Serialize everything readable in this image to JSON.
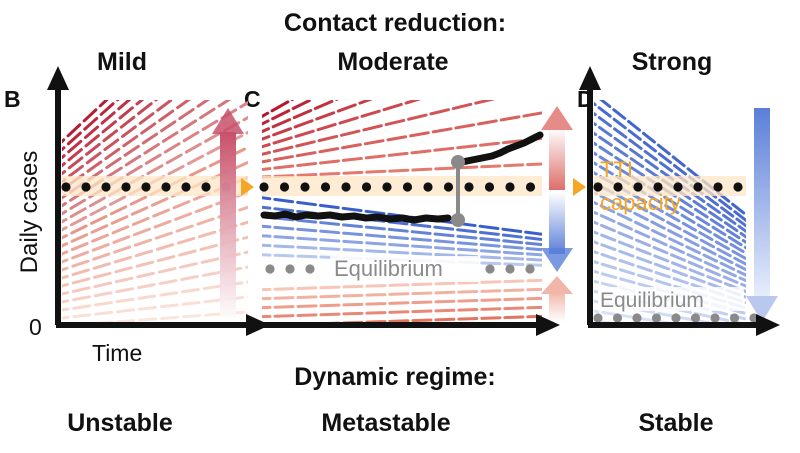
{
  "top_heading": "Contact reduction:",
  "bottom_heading": "Dynamic regime:",
  "y_axis_label": "Daily cases",
  "x_axis_label": "Time",
  "y_zero_label": "0",
  "tti_label_line1": "TTI",
  "tti_label_line2": "capacity",
  "colors": {
    "red": "#b5172f",
    "blue": "#3a5fcd",
    "pale_red": "#f3c9b6",
    "pale_blue": "#c9d6f3",
    "tti": "#f5a623",
    "dots": "#111111",
    "equilibrium": "#8a8a8a",
    "trajectory": "#111111"
  },
  "panels": [
    {
      "letter": "B",
      "strength": "Mild",
      "regime": "Unstable",
      "equilibrium_label": "",
      "flow": "growth",
      "arrow_icon": "up-arrow-icon"
    },
    {
      "letter": "C",
      "strength": "Moderate",
      "regime": "Metastable",
      "equilibrium_label": "Equilibrium",
      "flow": "metastable",
      "arrow_icon": "bidirectional-arrow-icon"
    },
    {
      "letter": "D",
      "strength": "Strong",
      "regime": "Stable",
      "equilibrium_label": "Equilibrium",
      "flow": "decay",
      "arrow_icon": "down-arrow-icon"
    }
  ]
}
